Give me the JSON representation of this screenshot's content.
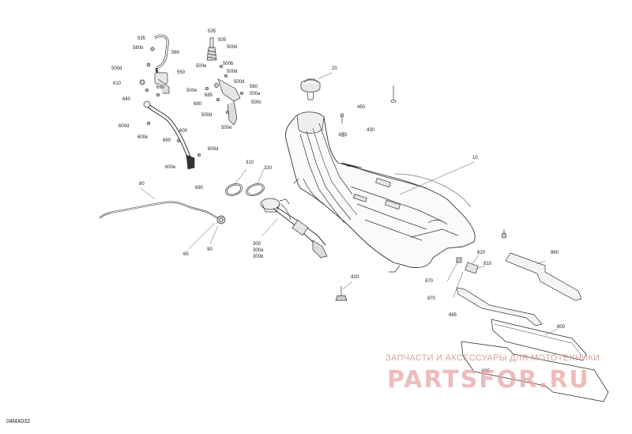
{
  "figure_code": "04MA032",
  "watermark": {
    "tagline": "ЗАПЧАСТИ И АКСЕССУАРЫ ДЛЯ МОТОТЕХНИКИ",
    "logo_text": "PARTSFOR.RU"
  },
  "callouts": [
    {
      "id": "c535",
      "text": "535"
    },
    {
      "id": "c580b",
      "text": "580b"
    },
    {
      "id": "c560",
      "text": "560"
    },
    {
      "id": "c500d_a",
      "text": "500d"
    },
    {
      "id": "c550",
      "text": "550"
    },
    {
      "id": "c610_a",
      "text": "610"
    },
    {
      "id": "c690",
      "text": "690"
    },
    {
      "id": "c640",
      "text": "640"
    },
    {
      "id": "c600d_a",
      "text": "600d"
    },
    {
      "id": "c600e_a",
      "text": "600e"
    },
    {
      "id": "c600",
      "text": "600"
    },
    {
      "id": "c680_a",
      "text": "680"
    },
    {
      "id": "c600d_b",
      "text": "600d"
    },
    {
      "id": "c600e_b",
      "text": "600e"
    },
    {
      "id": "c535b",
      "text": "535"
    },
    {
      "id": "c505",
      "text": "505"
    },
    {
      "id": "c500d_b",
      "text": "500d"
    },
    {
      "id": "c500b",
      "text": "500b"
    },
    {
      "id": "c500e_a",
      "text": "500e"
    },
    {
      "id": "c500d_c",
      "text": "500d"
    },
    {
      "id": "c500d_d",
      "text": "500d"
    },
    {
      "id": "c560b",
      "text": "560"
    },
    {
      "id": "c500e_b",
      "text": "500e"
    },
    {
      "id": "c685",
      "text": "685"
    },
    {
      "id": "c500a",
      "text": "500a"
    },
    {
      "id": "c680_b",
      "text": "680"
    },
    {
      "id": "c500c",
      "text": "500c"
    },
    {
      "id": "c500d_e",
      "text": "500d"
    },
    {
      "id": "c500e_c",
      "text": "500e"
    },
    {
      "id": "c20",
      "text": "20"
    },
    {
      "id": "c450",
      "text": "450"
    },
    {
      "id": "c430",
      "text": "430"
    },
    {
      "id": "c10",
      "text": "10"
    },
    {
      "id": "c310",
      "text": "310"
    },
    {
      "id": "c320",
      "text": "320"
    },
    {
      "id": "c680_c",
      "text": "680"
    },
    {
      "id": "c80",
      "text": "80"
    },
    {
      "id": "c65",
      "text": "65"
    },
    {
      "id": "c90",
      "text": "90"
    },
    {
      "id": "c300",
      "text": "300"
    },
    {
      "id": "c300a",
      "text": "300a"
    },
    {
      "id": "c300b",
      "text": "300b"
    },
    {
      "id": "c420",
      "text": "420"
    },
    {
      "id": "c860",
      "text": "860"
    },
    {
      "id": "c820",
      "text": "820"
    },
    {
      "id": "c810",
      "text": "810"
    },
    {
      "id": "c870",
      "text": "870"
    },
    {
      "id": "c870b",
      "text": "870"
    },
    {
      "id": "c865",
      "text": "865"
    },
    {
      "id": "c800",
      "text": "800"
    },
    {
      "id": "c805",
      "text": "805"
    }
  ]
}
